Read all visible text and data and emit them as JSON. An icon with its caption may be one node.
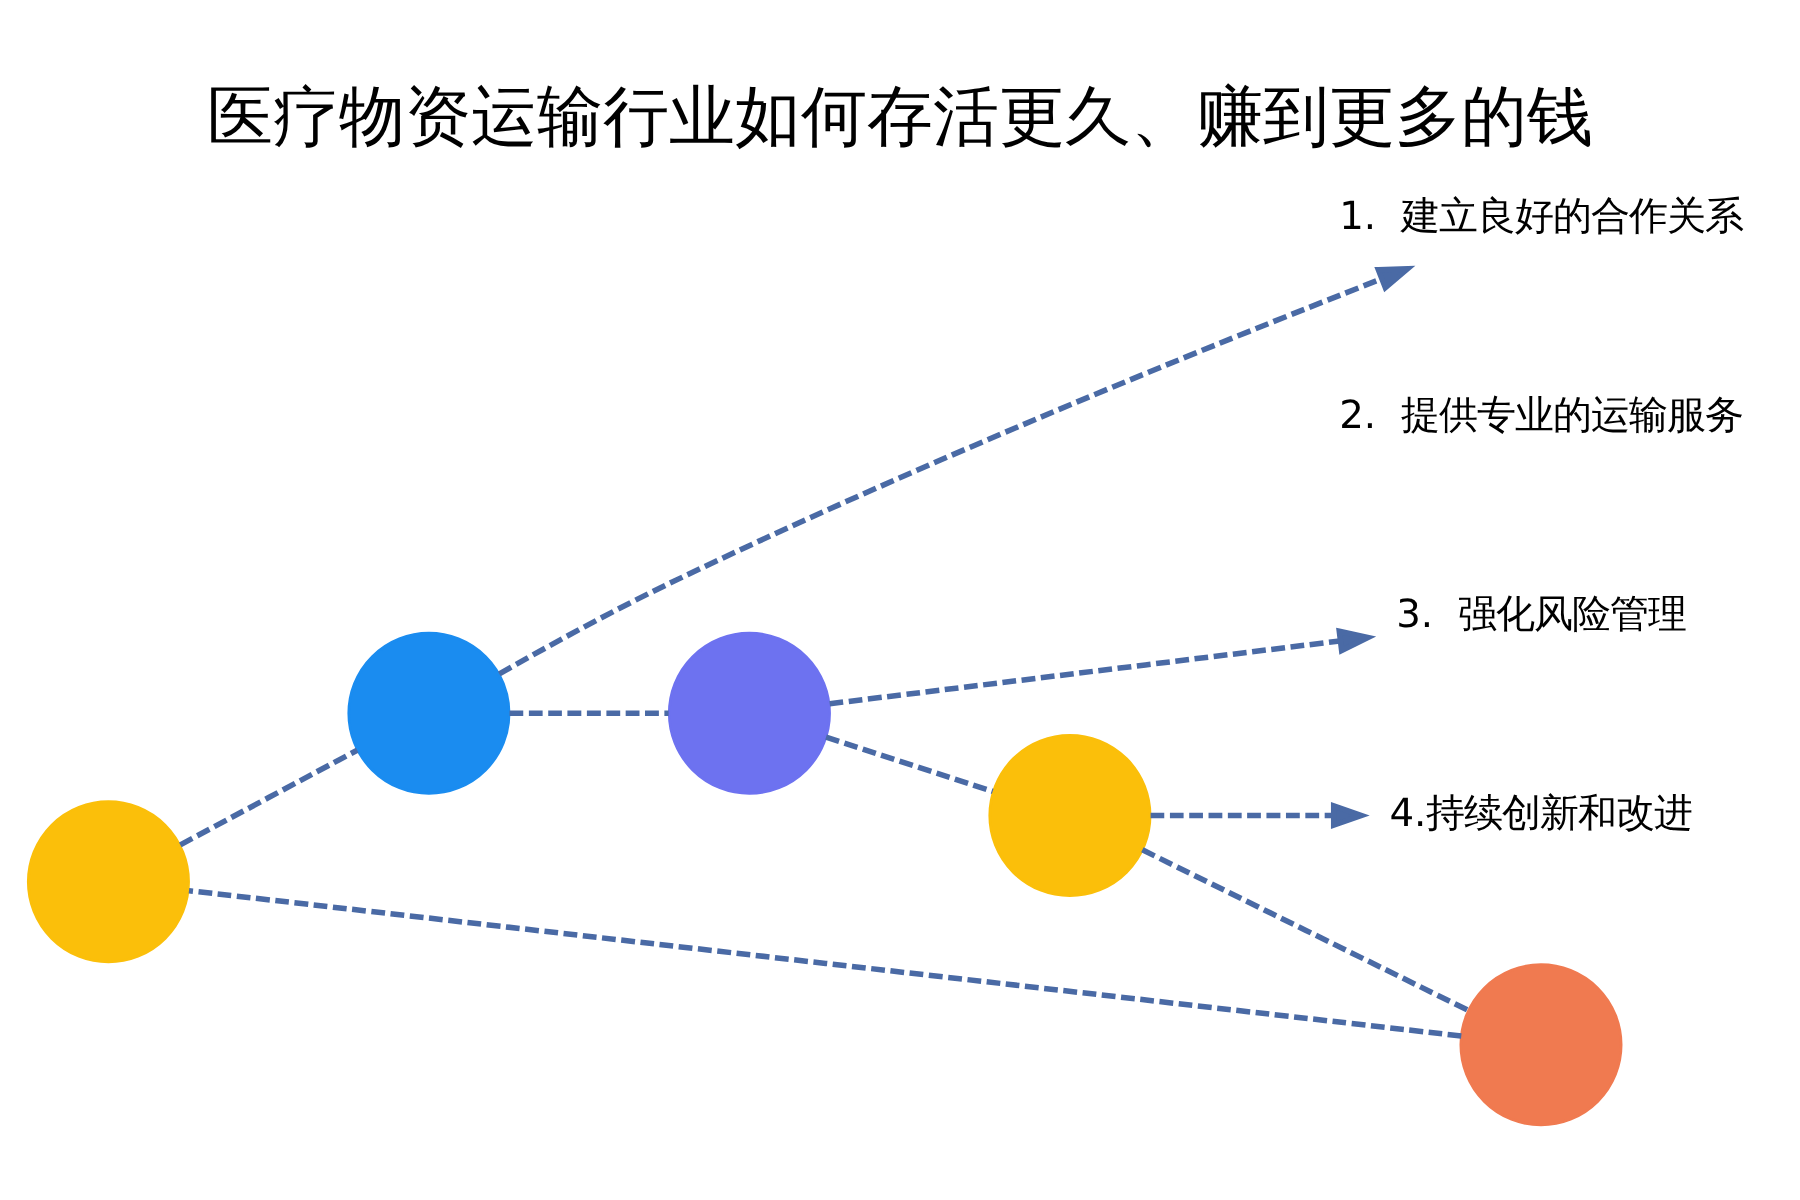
{
  "diagram": {
    "title": "医疗物资运输行业如何存活更久、赚到更多的钱",
    "nodes": [
      {
        "text": [],
        "shape": "circle"
      },
      {
        "text": [],
        "shape": "circle"
      },
      {
        "text": [],
        "shape": "circle"
      },
      {
        "text": [],
        "shape": "circle"
      },
      {
        "text": [],
        "shape": "circle"
      },
      {
        "text": [
          "1.  建立良好的合作关系"
        ]
      },
      {
        "text": [
          "3.  强化风险管理"
        ]
      },
      {
        "text": [
          "4.持续创新和改进"
        ]
      }
    ],
    "edges": [
      {
        "from": 0,
        "to": 1,
        "arrow": "none",
        "style": "dashed"
      },
      {
        "from": 1,
        "to": 2,
        "arrow": "none",
        "style": "dashed"
      },
      {
        "from": 2,
        "to": 4,
        "arrow": "none",
        "style": "dashed"
      },
      {
        "from": 4,
        "to": 3,
        "arrow": "none",
        "style": "dashed"
      },
      {
        "from": 3,
        "to": 0,
        "arrow": "none",
        "style": "dashed"
      },
      {
        "from": 1,
        "to": 5,
        "arrow": "to",
        "style": "dashed"
      },
      {
        "from": 2,
        "to": 6,
        "arrow": "to",
        "style": "dashed"
      },
      {
        "from": 4,
        "to": 7,
        "arrow": "to",
        "style": "dashed"
      }
    ],
    "labels": [
      "2.  提供专业的运输服务"
    ]
  }
}
